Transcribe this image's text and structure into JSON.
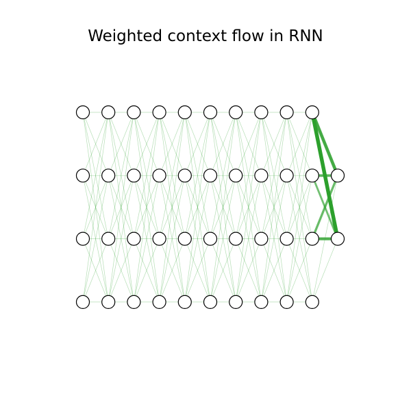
{
  "title": "Weighted context flow in RNN",
  "colors": {
    "edge": "#2ca02c",
    "node_fill": "#ffffff",
    "node_stroke": "#000000",
    "background": "#ffffff"
  },
  "grid": {
    "columns": 10,
    "rows": 4,
    "extra_column_rows": [
      1,
      2
    ]
  },
  "strong_edges": [
    {
      "from": [
        9,
        0
      ],
      "to": [
        10,
        2
      ],
      "weight": 1.0
    },
    {
      "from": [
        9,
        0
      ],
      "to": [
        10,
        1
      ],
      "weight": 0.8
    },
    {
      "from": [
        9,
        2
      ],
      "to": [
        10,
        2
      ],
      "weight": 0.7
    },
    {
      "from": [
        9,
        1
      ],
      "to": [
        10,
        1
      ],
      "weight": 0.6
    },
    {
      "from": [
        9,
        2
      ],
      "to": [
        10,
        1
      ],
      "weight": 0.5
    },
    {
      "from": [
        9,
        1
      ],
      "to": [
        10,
        2
      ],
      "weight": 0.4
    }
  ]
}
